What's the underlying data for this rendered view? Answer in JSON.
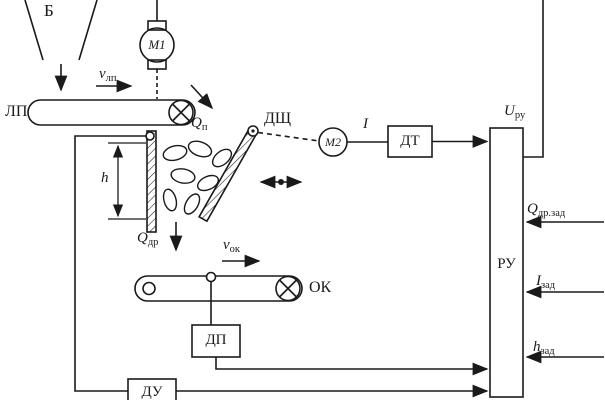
{
  "colors": {
    "ink": "#1a1a1a",
    "bg": "#ffffff"
  },
  "blocks": {
    "hopper": "Б",
    "feeder": "ЛП",
    "motor1": "М1",
    "motor2": "М2",
    "crusher": "ДЩ",
    "current_sensor": "ДТ",
    "controller": "РУ",
    "out_conveyor": "ОК",
    "perf_sensor": "ДП",
    "level_sensor": "ДУ"
  },
  "signals": {
    "v_lp": {
      "base": "v",
      "sub": "лп"
    },
    "q_p": {
      "base": "Q",
      "sub": "п"
    },
    "q_dr": {
      "base": "Q",
      "sub": "др"
    },
    "v_ok": {
      "base": "v",
      "sub": "ок"
    },
    "u_ru": {
      "base": "U",
      "sub": "ру"
    },
    "current": {
      "base": "I",
      "sub": ""
    },
    "gap_h": {
      "base": "h",
      "sub": ""
    },
    "q_dr_set": {
      "base": "Q",
      "sub": "др.зад"
    },
    "i_set": {
      "base": "I",
      "sub": "зад"
    },
    "h_set": {
      "base": "h",
      "sub": "зад"
    }
  }
}
